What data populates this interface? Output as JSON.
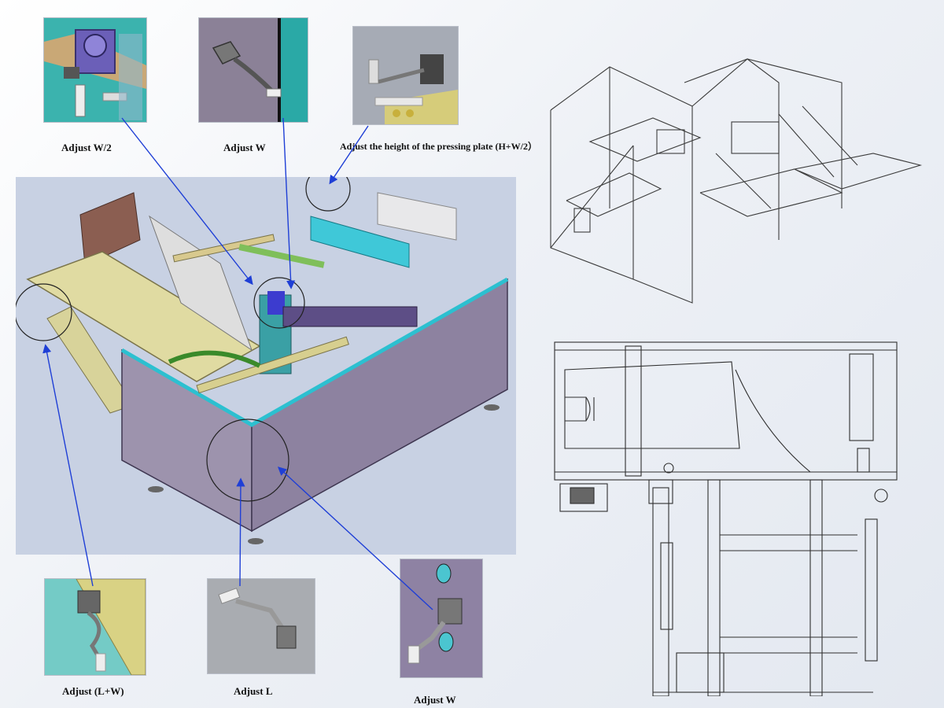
{
  "labels": {
    "adjust_w_half": "Adjust W/2",
    "adjust_w_top": "Adjust W",
    "adjust_height": "Adjust the height of the pressing plate (H+W/2）",
    "adjust_l_plus_w": "Adjust (L+W)",
    "adjust_l": "Adjust L",
    "adjust_w_bottom": "Adjust W"
  },
  "colors": {
    "connector": "#1f3fd6",
    "cyan_panel": "#35c7d8",
    "purple_panel": "#8f84a8",
    "frame_yellow": "#d8d39a",
    "background_blue": "#c9d3e4"
  }
}
